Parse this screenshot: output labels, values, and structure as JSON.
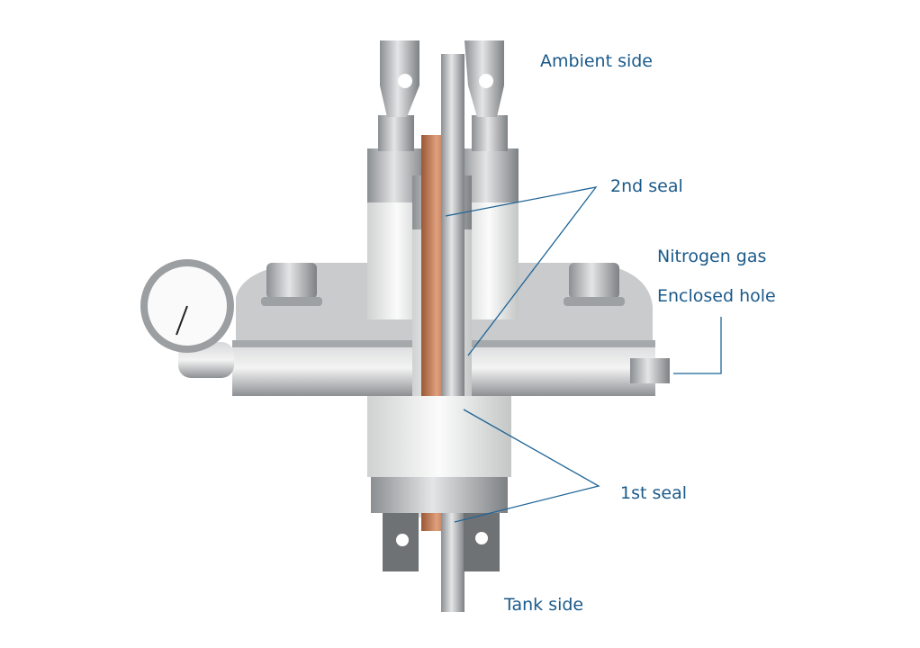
{
  "labels": {
    "ambient": "Ambient side",
    "second_seal": "2nd seal",
    "nitrogen": "Nitrogen gas",
    "enclosed": "Enclosed hole",
    "first_seal": "1st seal",
    "tank": "Tank side"
  },
  "colors": {
    "label": "#1a5a8a",
    "leader": "#1f6496",
    "steel": "#b9bbbd",
    "ceramic": "#eef0ef",
    "copper": "#c47a52"
  }
}
